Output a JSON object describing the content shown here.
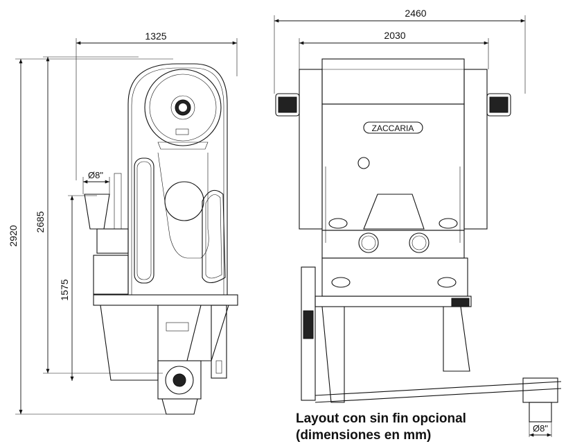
{
  "dimensions": {
    "side_width": "1325",
    "front_total_width": "2460",
    "front_body_width": "2030",
    "total_height": "2920",
    "inlet_height": "2685",
    "outlet_height": "1575",
    "inlet_diameter": "Ø8\"",
    "outlet_diameter": "Ø8\""
  },
  "brand_label": "ZACCARIA",
  "caption": {
    "line1": "Layout con sin fin opcional",
    "line2": "(dimensiones en mm)"
  }
}
